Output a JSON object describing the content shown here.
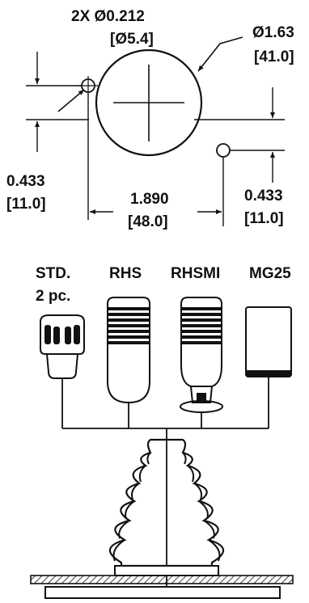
{
  "dimensions": {
    "hole_note": "2X Ø0.212",
    "hole_note_mm": "[Ø5.4]",
    "bore": "Ø1.63",
    "bore_mm": "[41.0]",
    "left_offset": "0.433",
    "left_offset_mm": "[11.0]",
    "spacing": "1.890",
    "spacing_mm": "[48.0]",
    "right_offset": "0.433",
    "right_offset_mm": "[11.0]"
  },
  "handles": [
    {
      "name": "STD.",
      "note": "2 pc."
    },
    {
      "name": "RHS"
    },
    {
      "name": "RHSMI"
    },
    {
      "name": "MG25"
    }
  ],
  "colors": {
    "ink": "#111111",
    "background": "#ffffff"
  }
}
